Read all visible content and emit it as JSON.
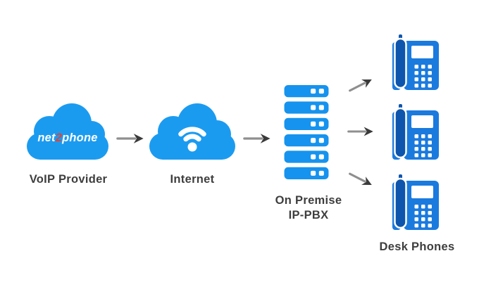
{
  "diagram": {
    "nodes": {
      "voip_provider": {
        "label": "VoIP Provider",
        "logo_part1": "net",
        "logo_part2": "2",
        "logo_part3": "phone"
      },
      "internet": {
        "label": "Internet"
      },
      "ip_pbx": {
        "label_line1": "On Premise",
        "label_line2": "IP-PBX"
      },
      "desk_phones": {
        "label": "Desk Phones",
        "phone_count": 3
      }
    },
    "colors": {
      "cloud_blue": "#1b9bf0",
      "server_blue": "#1693ee",
      "phone_body_blue": "#1b7ade",
      "phone_handset_blue": "#0d55ad",
      "arrow_shaft_gray": "#8f8f8f",
      "arrow_head_dark": "#3a3a3a",
      "label_text": "#3e3e3e",
      "logo_red": "#e8402f",
      "logo_white": "#ffffff"
    },
    "connections": [
      {
        "from": "voip_provider",
        "to": "internet"
      },
      {
        "from": "internet",
        "to": "ip_pbx"
      },
      {
        "from": "ip_pbx",
        "to": "desk_phone_1"
      },
      {
        "from": "ip_pbx",
        "to": "desk_phone_2"
      },
      {
        "from": "ip_pbx",
        "to": "desk_phone_3"
      }
    ]
  }
}
